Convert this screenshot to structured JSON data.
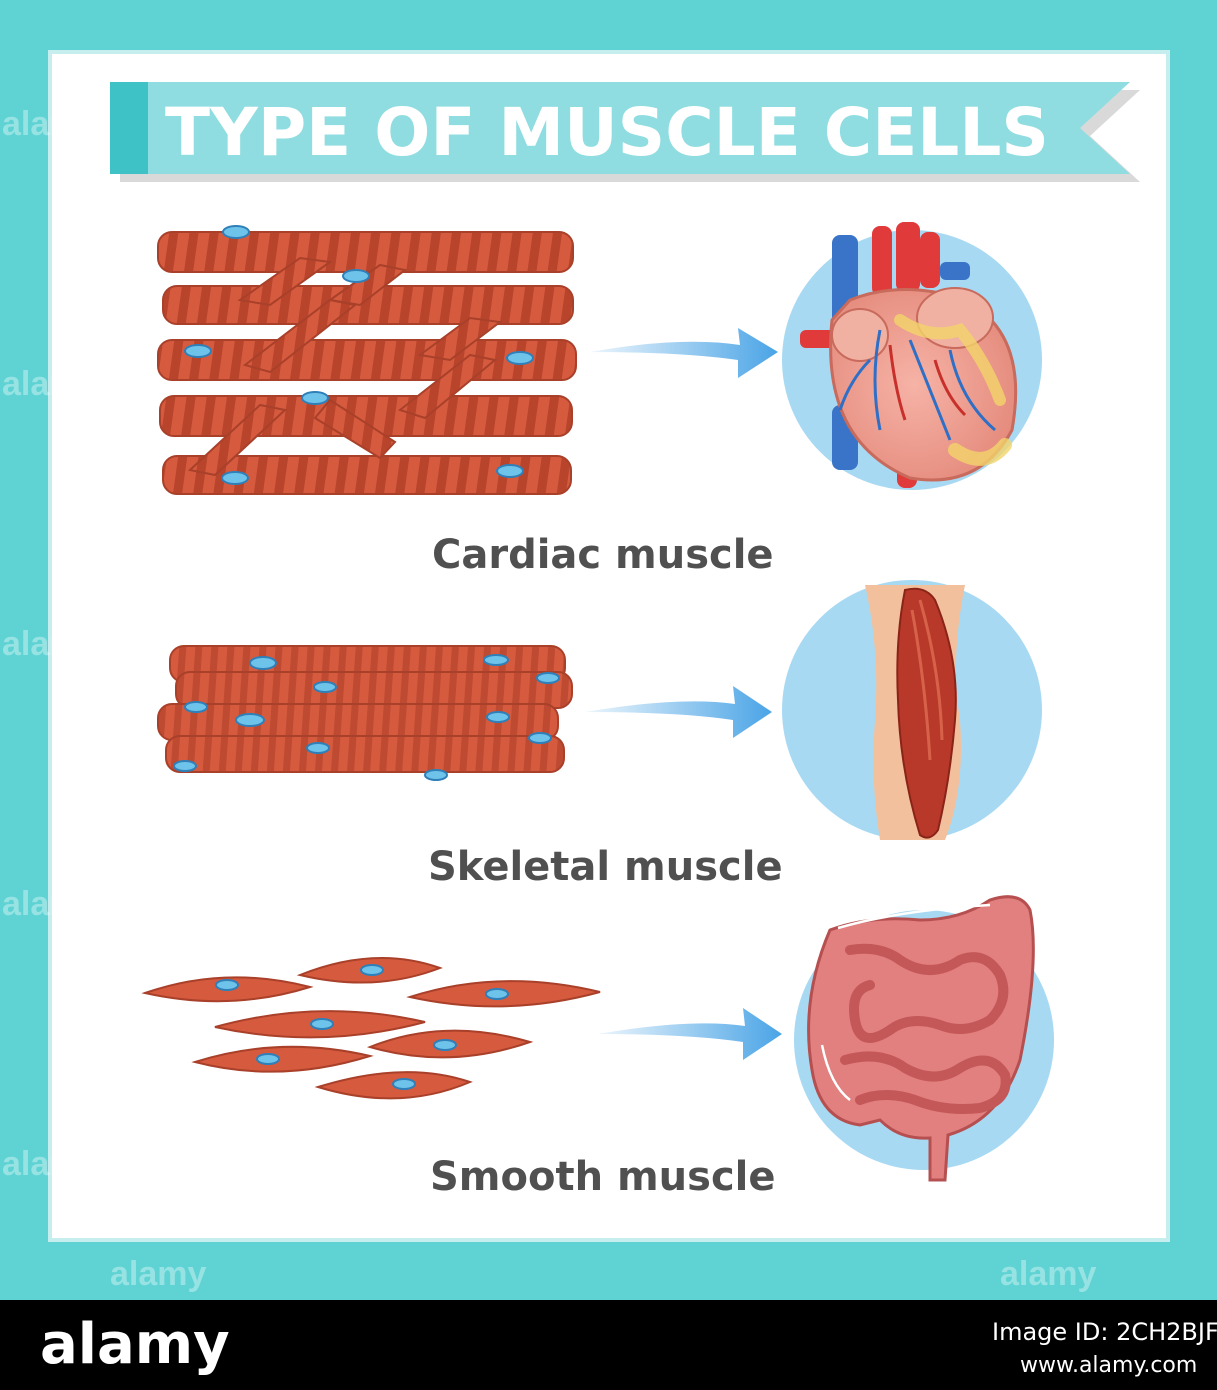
{
  "title": "TYPE OF MUSCLE CELLS",
  "colors": {
    "frame": "#5fd3d3",
    "banner": "#8fdde0",
    "banner_dark": "#3fc2c6",
    "muscle": "#d65a3e",
    "muscle_dark": "#b8442c",
    "nucleus": "#6ec3ea",
    "arrow": "#4aa4e6",
    "circle_bg": "#a8d9f2",
    "label": "#505050",
    "footer_bg": "#000000"
  },
  "sections": [
    {
      "label": "Cardiac muscle",
      "organ": "heart-icon"
    },
    {
      "label": "Skeletal muscle",
      "organ": "leg-muscle-icon"
    },
    {
      "label": "Smooth muscle",
      "organ": "intestine-icon"
    }
  ],
  "watermark": "alamy",
  "footer": {
    "brand": "alamy",
    "image_id": "Image ID: 2CH2BJF",
    "url": "www.alamy.com"
  }
}
